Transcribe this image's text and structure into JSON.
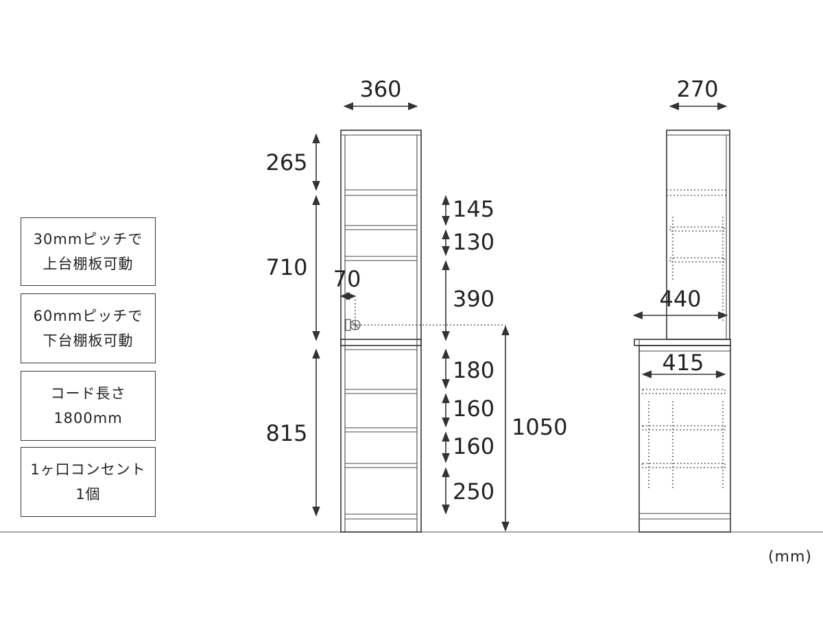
{
  "notes": [
    {
      "line1": "30mmピッチで",
      "line2": "上台棚板可動"
    },
    {
      "line1": "60mmピッチで",
      "line2": "下台棚板可動"
    },
    {
      "line1": "コード長さ",
      "line2": "1800mm"
    },
    {
      "line1": "1ヶ口コンセント",
      "line2": "1個"
    }
  ],
  "unit_label": "(mm)",
  "front_view": {
    "width": "360",
    "heights": {
      "top_section": "265",
      "upper_section": "710",
      "lower_section": "815"
    },
    "upper_shelf_pitches": [
      "145",
      "130",
      "390"
    ],
    "lower_shelf_pitches": [
      "180",
      "160",
      "160",
      "250"
    ],
    "outlet_offset": "70",
    "outlet_height": "1050"
  },
  "side_view": {
    "top_depth": "270",
    "counter_depth": "440",
    "lower_depth": "415"
  }
}
